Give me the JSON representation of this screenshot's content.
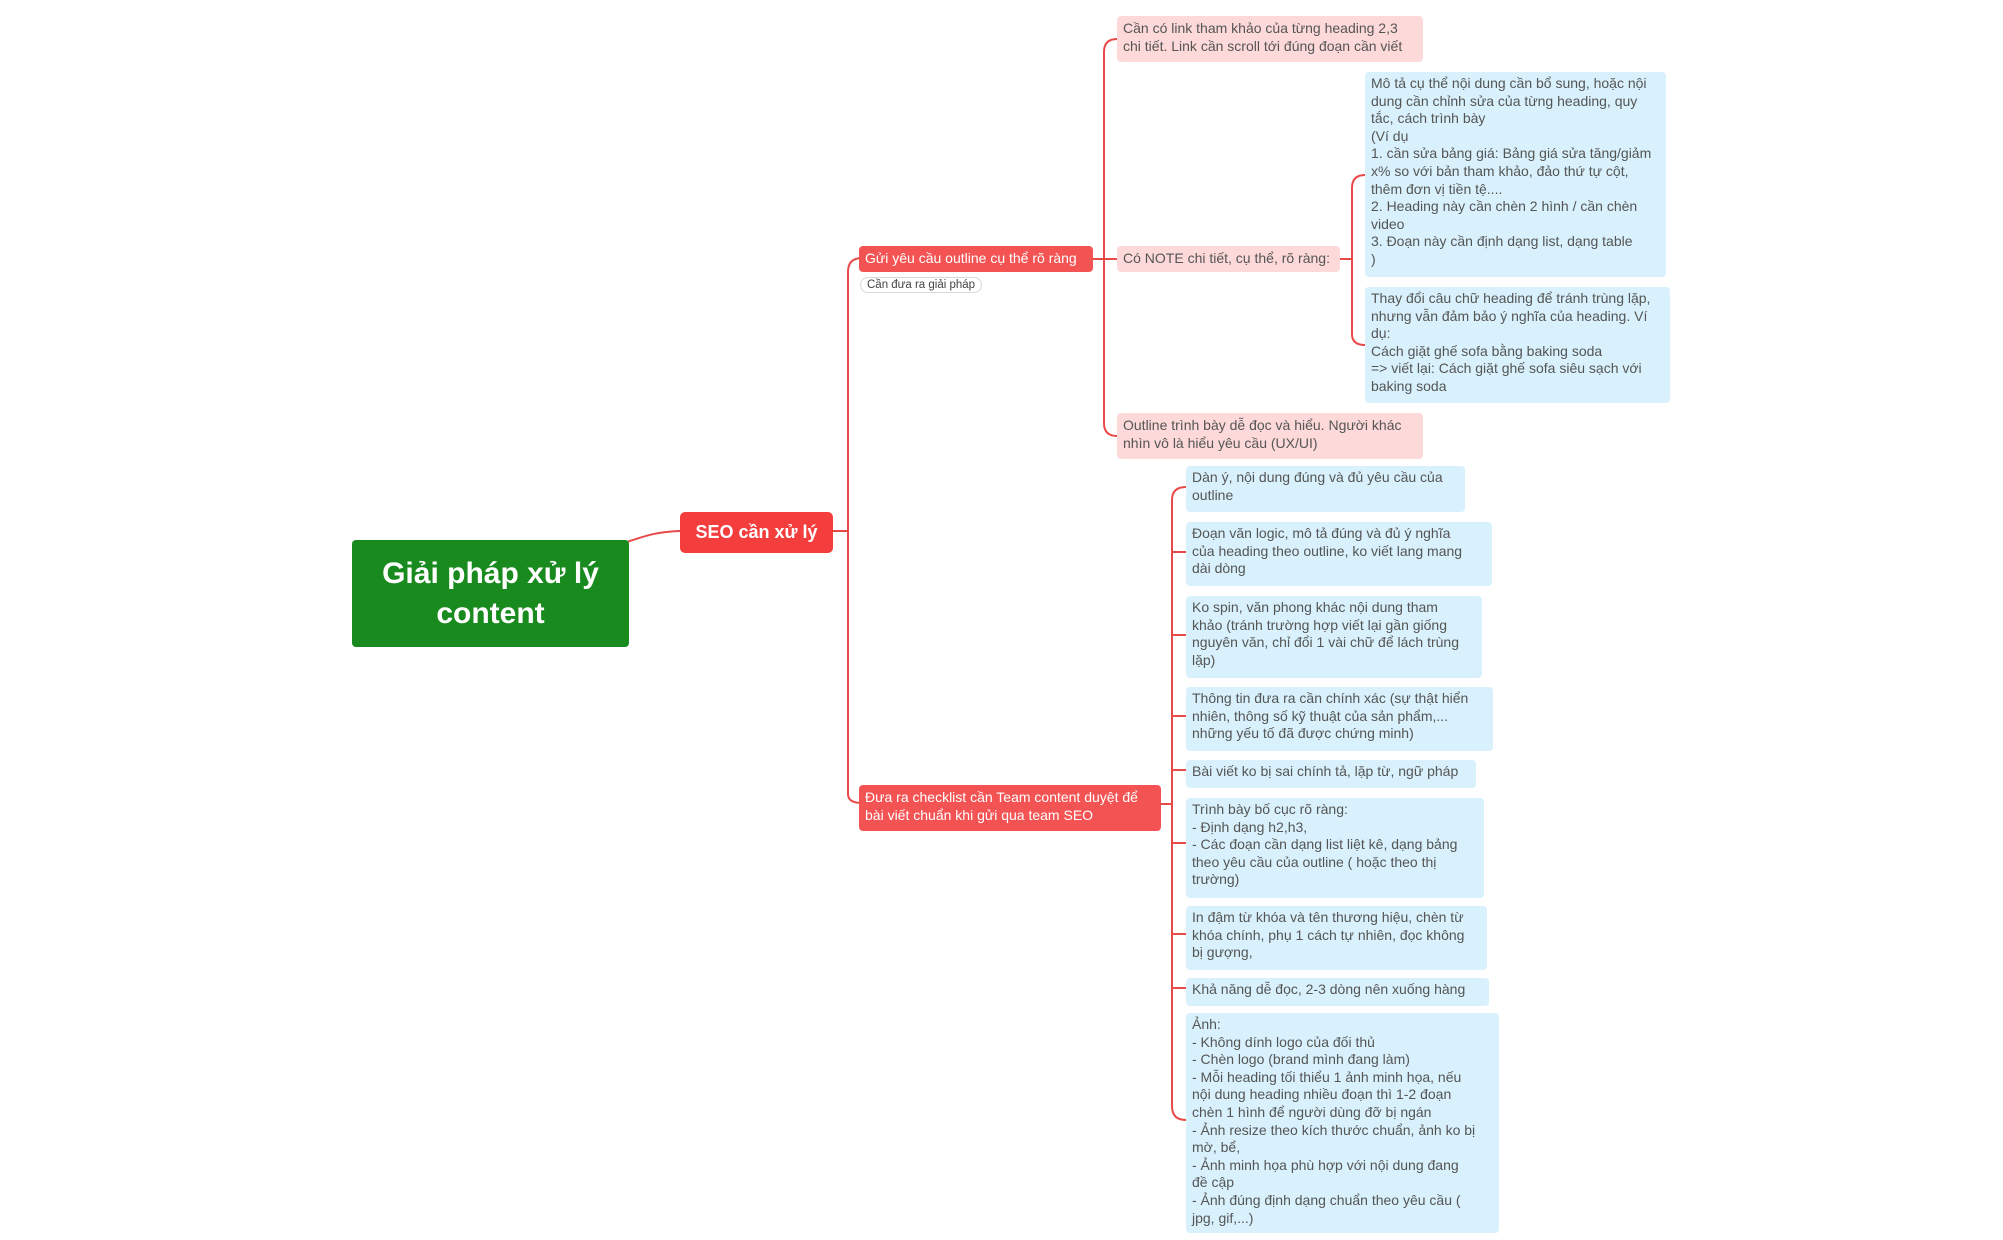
{
  "root": {
    "text": "Giải pháp xử lý\ncontent"
  },
  "main": {
    "text": "SEO cần xử lý"
  },
  "branch1": {
    "text": "Gửi yêu cầu outline cụ thể rõ ràng",
    "label": "Cần đưa ra giải pháp",
    "children": [
      {
        "text": "Cần có link tham khảo của từng heading 2,3\nchi tiết. Link cần scroll tới đúng đoạn cần viết"
      },
      {
        "text": "Có NOTE chi tiết, cụ thể, rõ ràng:",
        "children": [
          {
            "text": "Mô tả cụ thể nội dung cần bổ sung, hoặc nội\ndung cần chỉnh sửa của từng heading, quy\ntắc, cách trình bày\n(Ví dụ\n1. cần sửa bảng giá: Bảng giá sửa tăng/giảm\nx% so với bản tham khảo, đảo thứ tự cột,\nthêm đơn vị tiền tệ....\n2. Heading này cần chèn 2 hình / cần chèn\nvideo\n3. Đoạn này cần định dạng list, dạng table\n)"
          },
          {
            "text": "Thay đổi câu chữ heading để tránh trùng lặp,\nnhưng vẫn đảm bảo ý nghĩa của heading. Ví\ndụ:\nCách giặt ghế sofa bằng baking soda\n=> viết lại: Cách giặt ghế sofa siêu sạch với\nbaking soda"
          }
        ]
      },
      {
        "text": "Outline trình bày dễ đọc và hiểu. Người khác\nnhìn vô là hiểu yêu cầu (UX/UI)"
      }
    ]
  },
  "branch2": {
    "text": "Đưa ra checklist cần Team content duyệt để\nbài viết chuẩn khi gửi qua team SEO",
    "children": [
      {
        "text": "Dàn ý, nội dung đúng và đủ yêu cầu của\noutline"
      },
      {
        "text": "Đoạn văn logic, mô tả đúng và đủ ý nghĩa\ncủa heading theo outline,  ko viết lang mang\ndài dòng"
      },
      {
        "text": "Ko spin, văn phong khác nội dung tham\nkhảo (tránh trường hợp viết lại gần giống\nnguyên văn, chỉ đổi 1 vài chữ để lách trùng\nlặp)"
      },
      {
        "text": "Thông tin đưa ra cần chính xác (sự thật hiển\nnhiên, thông số kỹ thuật của sản phẩm,...\nnhững yếu tố đã được chứng minh)"
      },
      {
        "text": "Bài viết ko bị sai chính tả, lặp từ, ngữ pháp"
      },
      {
        "text": "Trình bày bố cục rõ ràng:\n- Định dạng h2,h3,\n- Các đoạn cần dạng list liệt kê, dạng bảng\ntheo yêu cầu của outline ( hoặc theo thị\ntrường)"
      },
      {
        "text": "In đậm từ khóa và tên thương hiệu, chèn từ\nkhóa chính, phụ 1 cách tự nhiên, đọc không\nbị gượng,"
      },
      {
        "text": "Khả năng dễ đọc, 2-3 dòng nên xuống hàng"
      },
      {
        "text": "Ảnh:\n- Không dính logo của đối thủ\n- Chèn logo (brand mình đang làm)\n- Mỗi heading tối thiểu 1 ảnh minh họa, nếu\nnội dung heading nhiều đoạn thì 1-2 đoạn\nchèn 1 hình để người dùng đỡ bị ngán\n- Ảnh resize theo kích thước chuẩn, ảnh ko bị\nmờ, bể,\n- Ảnh minh họa phù hợp với nội dung đang\nđề cập\n- Ảnh đúng định dạng chuẩn theo yêu cầu (\njpg, gif,...)"
      }
    ]
  },
  "colors": {
    "root": "#188a1e",
    "main": "#f43e3e",
    "sub": "#f35353",
    "pink": "#fdd9d9",
    "blue": "#d8f1fc",
    "line": "#e84a4a"
  }
}
